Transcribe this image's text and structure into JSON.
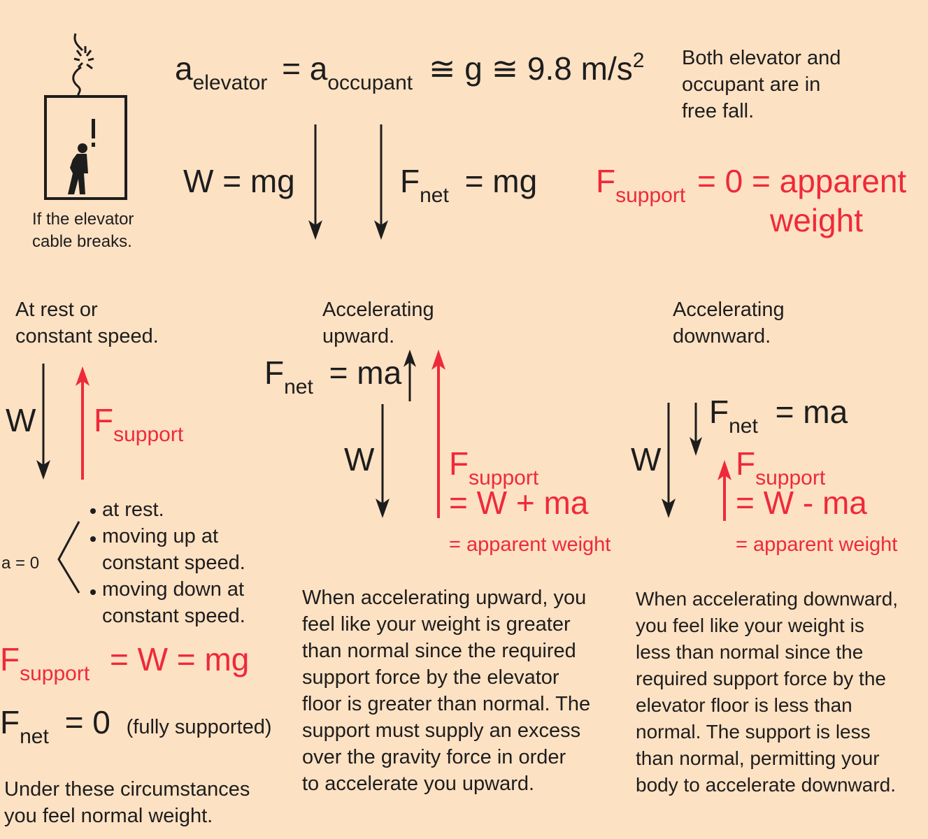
{
  "freefall": {
    "caption_line1": "If the elevator",
    "caption_line2": "cable breaks.",
    "exclaim": "!",
    "acc_a1": "a",
    "acc_sub1": "elevator",
    "acc_eq": "=",
    "acc_a2": "a",
    "acc_sub2": "occupant",
    "acc_rest": "≅ g ≅ 9.8 m/s",
    "acc_sup": "2",
    "note_line1": "Both elevator and",
    "note_line2": "occupant are in",
    "note_line3": "free fall.",
    "weight_eq": "W = mg",
    "fnet_F": "F",
    "fnet_sub": "net",
    "fnet_rest": "= mg",
    "support_F": "F",
    "support_sub": "support",
    "support_rest": "= 0 = apparent",
    "support_line2": "weight"
  },
  "rest": {
    "label_line1": "At rest or",
    "label_line2": "constant speed.",
    "W": "W",
    "support_F": "F",
    "support_sub": "support",
    "a_zero": "a = 0",
    "bullet1": "at rest.",
    "bullet2_line1": "moving up at",
    "bullet2_line2": "constant speed.",
    "bullet3_line1": "moving down at",
    "bullet3_line2": "constant speed.",
    "eq_support_F": "F",
    "eq_support_sub": "support",
    "eq_support_rest": "= W = mg",
    "fnet_F": "F",
    "fnet_sub": "net",
    "fnet_rest": "= 0",
    "fully": "(fully supported)",
    "feel_line1": "Under these circumstances",
    "feel_line2": "you feel normal weight."
  },
  "up": {
    "label_line1": "Accelerating",
    "label_line2": "upward.",
    "fnet_F": "F",
    "fnet_sub": "net",
    "fnet_rest": "= ma",
    "W": "W",
    "support_F": "F",
    "support_sub": "support",
    "support_eq": "= W + ma",
    "apparent": "= apparent weight",
    "explain": [
      "When accelerating upward, you",
      "feel like your weight is greater",
      "than normal since the required",
      "support force by the elevator",
      "floor is greater than normal. The",
      "support must supply an excess",
      "over the gravity force in order",
      "to accelerate you upward."
    ]
  },
  "down": {
    "label_line1": "Accelerating",
    "label_line2": "downward.",
    "fnet_F": "F",
    "fnet_sub": "net",
    "fnet_rest": "= ma",
    "W": "W",
    "support_F": "F",
    "support_sub": "support",
    "support_eq": "= W - ma",
    "apparent": "= apparent weight",
    "explain": [
      "When accelerating downward,",
      "you feel like your weight is",
      "less than normal since the",
      "required support force by the",
      "elevator floor is less than",
      "normal. The support is less",
      "than normal, permitting your",
      "body to accelerate downward."
    ]
  },
  "colors": {
    "background": "#fde1c3",
    "red": "#ee2a3a",
    "ink": "#1d1d1d"
  }
}
